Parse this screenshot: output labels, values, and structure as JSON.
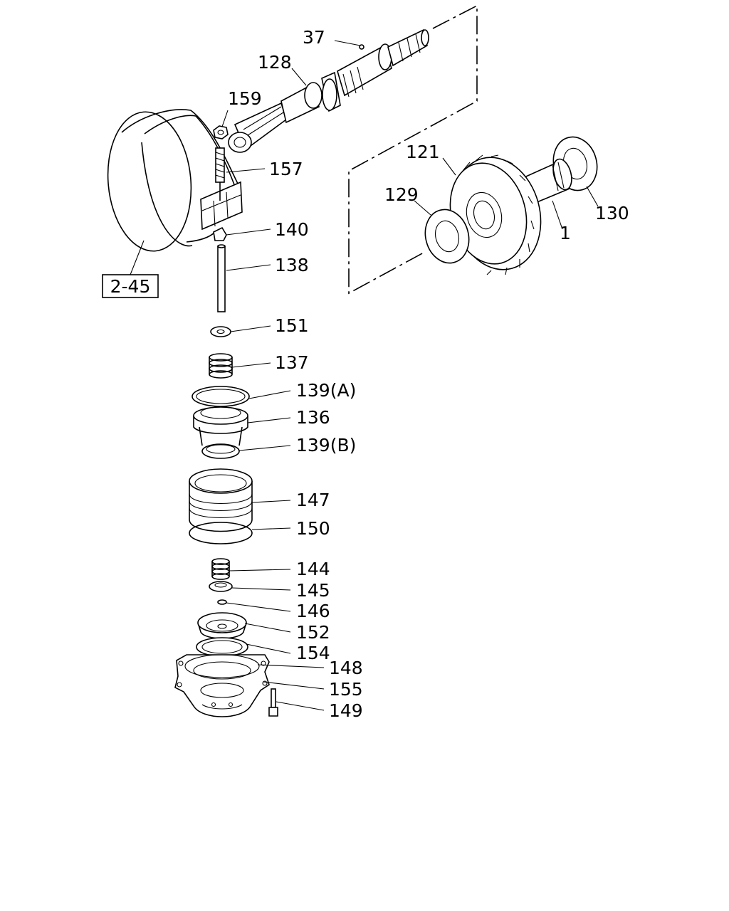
{
  "labels": {
    "p37": "37",
    "p128": "128",
    "p159": "159",
    "p157": "157",
    "p121": "121",
    "p129": "129",
    "p130": "130",
    "p1": "1",
    "p140": "140",
    "p138": "138",
    "ref": "2-45",
    "p151": "151",
    "p137": "137",
    "p139a": "139(A)",
    "p136": "136",
    "p139b": "139(B)",
    "p147": "147",
    "p150": "150",
    "p144": "144",
    "p145": "145",
    "p146": "146",
    "p152": "152",
    "p154": "154",
    "p148": "148",
    "p155": "155",
    "p149": "149"
  }
}
